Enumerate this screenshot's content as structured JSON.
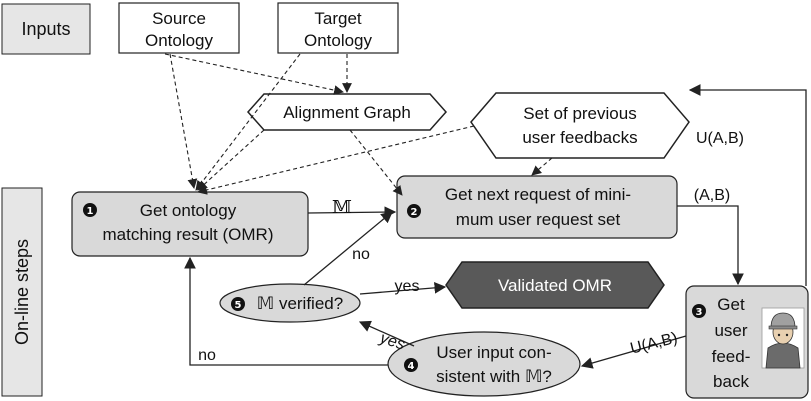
{
  "side_labels": {
    "inputs": "Inputs",
    "online": "On-line steps"
  },
  "nodes": {
    "source_ontology": [
      "Source",
      "Ontology"
    ],
    "target_ontology": [
      "Target",
      "Ontology"
    ],
    "alignment_graph": "Alignment Graph",
    "previous_feedbacks": [
      "Set of previous",
      "user feedbacks"
    ],
    "step1": {
      "number": "1",
      "lines": [
        "Get ontology",
        "matching result (OMR)"
      ]
    },
    "step2": {
      "number": "2",
      "lines": [
        "Get next request of mini-",
        "mum user request set"
      ]
    },
    "step3": {
      "number": "3",
      "lines": [
        "Get",
        "user",
        "feed-",
        "back"
      ]
    },
    "step4": {
      "number": "4",
      "lines": [
        "User input con-",
        "sistent with 𝕄?"
      ]
    },
    "step5": {
      "number": "5",
      "text": "𝕄 verified?"
    },
    "validated": "Validated OMR"
  },
  "edge_labels": {
    "m_symbol": "𝕄",
    "ab_right": "(A,B)",
    "u_ab_top": "U(A,B)",
    "u_ab_bottom": "U(A,B)",
    "no_up": "no",
    "no_left": "no",
    "yes_right": "yes",
    "yes_diag": "yes"
  },
  "colors": {
    "box_fill": "#d9d9d9",
    "validated_fill": "#595959",
    "stroke": "#222222"
  }
}
